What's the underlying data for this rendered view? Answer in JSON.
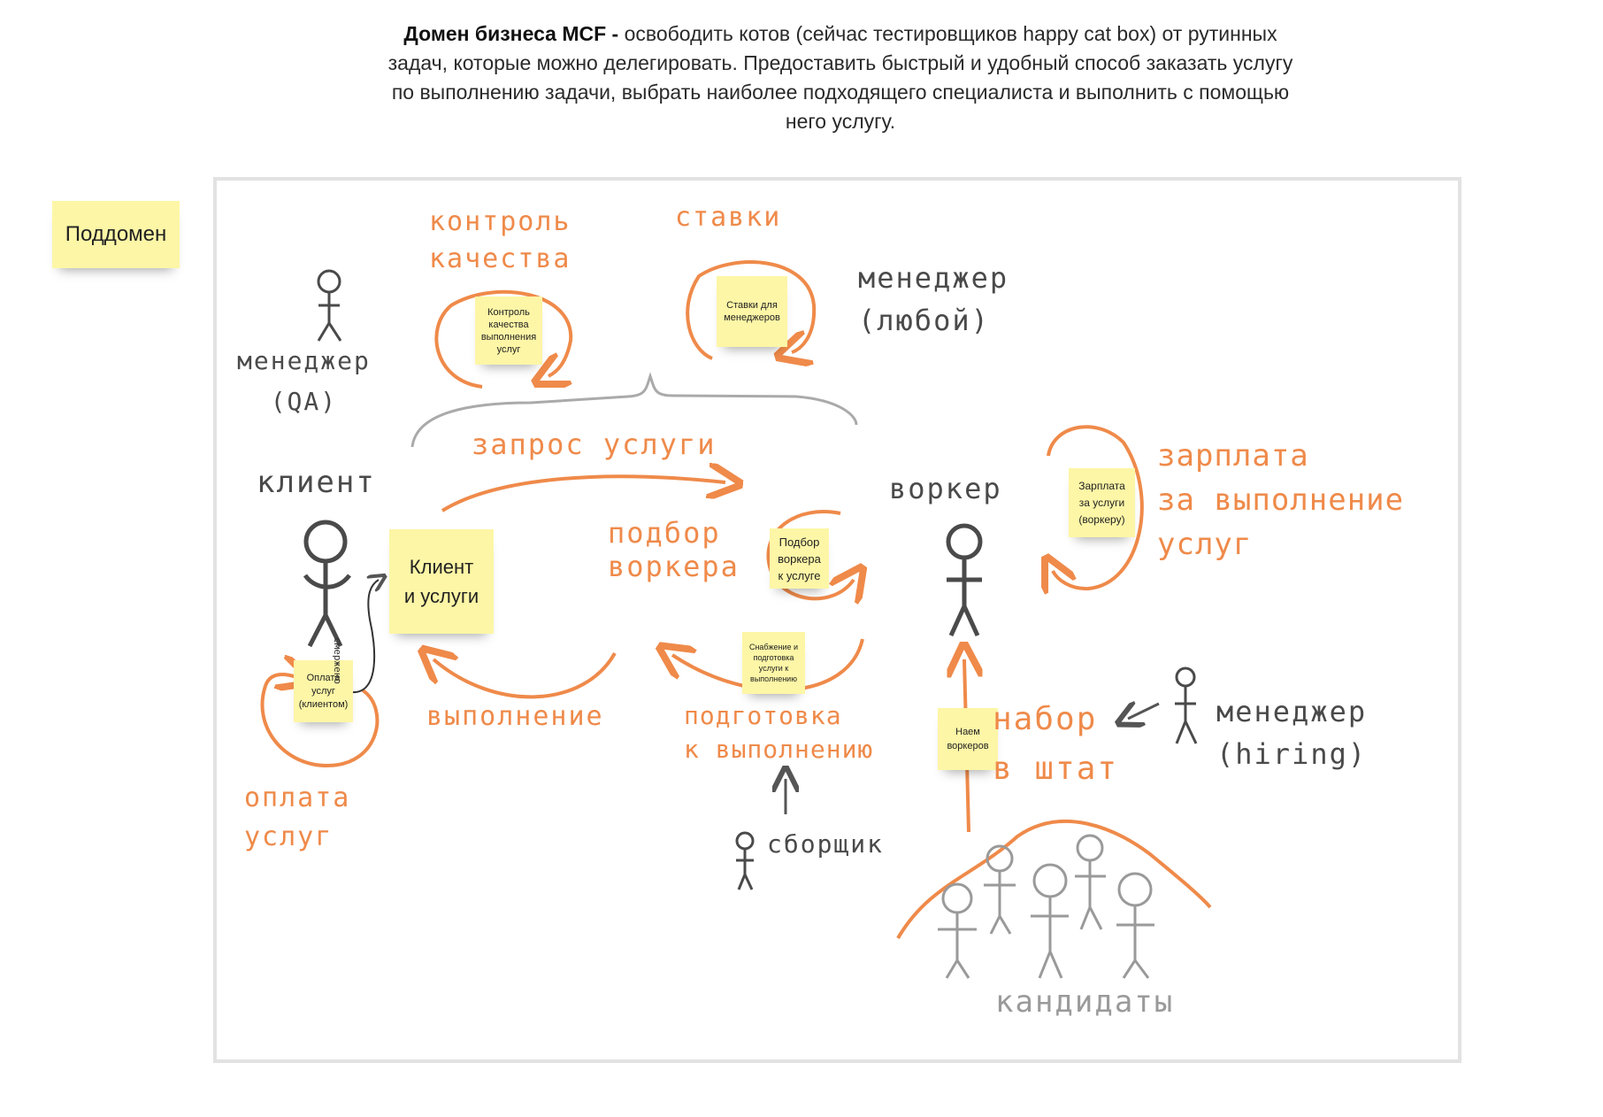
{
  "header": {
    "bold": "Домен бизнеса MCF -",
    "text": " освободить котов (сейчас тестировщиков happy cat box) от рутинных задач, которые можно делегировать. Предоставить быстрый и удобный способ заказать услугу по выполнению задачи, выбрать наиболее подходящего специалиста и выполнить с помощью него услугу."
  },
  "legend": {
    "subdomain": "Поддомен"
  },
  "stickies": {
    "client_services": "Клиент\nи услуги",
    "quality_control": "Контроль\nкачества\nвыполнения\nуслуг",
    "manager_rates": "Ставки для\nменеджеров",
    "worker_matching": "Подбор\nворкера\nк услуге",
    "supply": "Снабжение и\nподготовка\nуслуги к\nвыполнению",
    "payment": "Оплата\nуслуг\n(клиентом)",
    "salary": "Зарплата\nза услуги\n(воркеру)",
    "hiring": "Наем\nворкеров"
  },
  "annotations": {
    "quality_control": "контроль\nкачества",
    "rates": "ставки",
    "service_request": "запрос услуги",
    "worker_matching": "подбор\nворкера",
    "execution": "выполнение",
    "preparation": "подготовка\nк выполнению",
    "payment": "оплата\nуслуг",
    "salary": "зарплата\nза выполнение\nуслуг",
    "hiring": "набор\nв штат",
    "merged": "смержено"
  },
  "actors": {
    "manager_qa": "менеджер\n(QA)",
    "manager_any": "менеджер\n(любой)",
    "client": "клиент",
    "worker": "воркер",
    "assembler": "сборщик",
    "manager_hiring": "менеджер\n(hiring)",
    "candidates": "кандидаты"
  },
  "colors": {
    "sticky": "#fdf6a6",
    "orange_ink": "#ef8a4a",
    "gray_ink": "#4a4a4a",
    "light_ink": "#9a9a9a"
  }
}
